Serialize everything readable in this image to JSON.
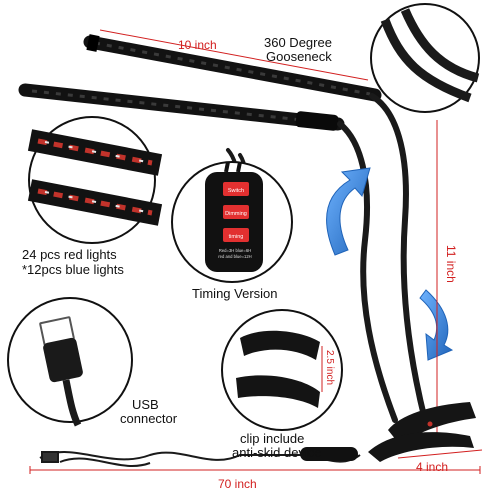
{
  "labels": {
    "length_10": "10 inch",
    "gooseneck_line1": "360 Degree",
    "gooseneck_line2": "Gooseneck",
    "lights_line1": "24 pcs red lights",
    "lights_line2": "*12pcs blue lights",
    "timing": "Timing Version",
    "length_11": "11 inch",
    "clip_25": "2.5 inch",
    "usb_line1": "USB",
    "usb_line2": "connector",
    "clip_line1": "clip include",
    "clip_line2": "anti-skid device",
    "length_4": "4 inch",
    "length_70": "70 inch"
  },
  "controller": {
    "switch_label": "Switch",
    "dimming_label": "Dimming",
    "timing_label": "timing",
    "legend_line1": "Red=3H  blue=6H",
    "legend_line2": "red and blue=12H"
  },
  "colors": {
    "lamp": "#121212",
    "red_led": "#c2332b",
    "white_led": "#e8e8e8",
    "arrow_blue": "#2e7bd0",
    "measure_red": "#d22020",
    "button_red": "#e23030"
  }
}
